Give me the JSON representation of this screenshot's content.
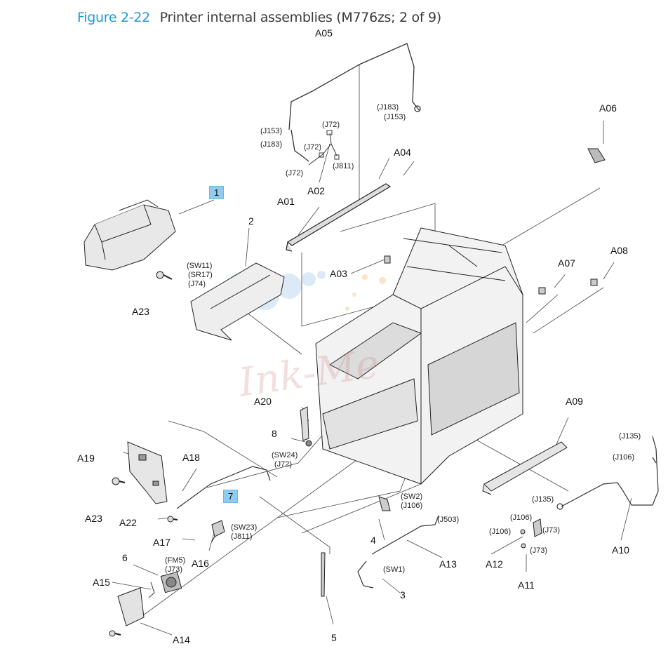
{
  "figure": {
    "number": "Figure 2-22",
    "caption": "Printer internal assemblies (M776zs; 2 of 9)",
    "number_color": "#1f9ad6",
    "highlight_color": "#8ecdf0"
  },
  "callouts": {
    "A05": "A05",
    "J183_J153_top": [
      "(J183)",
      "(J153)"
    ],
    "J153": "(J153)",
    "J183": "(J183)",
    "J72_a": "(J72)",
    "J72_b": "(J72)",
    "J72_c": "(J72)",
    "J811_a": "(J811)",
    "A02": "A02",
    "A04": "A04",
    "A06": "A06",
    "n1": "1",
    "A01": "A01",
    "n2": "2",
    "SW11": "(SW11)",
    "SR17": "(SR17)",
    "J74": "(J74)",
    "A03": "A03",
    "A07": "A07",
    "A08": "A08",
    "A23_top": "A23",
    "A20": "A20",
    "n8": "8",
    "SW24": "(SW24)",
    "J72_d": "(J72)",
    "A09": "A09",
    "J135_a": "(J135)",
    "J106_a": "(J106)",
    "A19": "A19",
    "A18": "A18",
    "A23_bottom": "A23",
    "n7": "7",
    "SW2": "(SW2)",
    "J106_b": "(J106)",
    "J503": "(J503)",
    "J135_b": "(J135)",
    "J106_c": "(J106)",
    "J106_d": "(J106)",
    "J73_a": "(J73)",
    "J73_b": "(J73)",
    "A22": "A22",
    "SW23": "(SW23)",
    "J811_b": "(J811)",
    "A17": "A17",
    "A16": "A16",
    "n4": "4",
    "A13": "A13",
    "A12": "A12",
    "A10": "A10",
    "A11": "A11",
    "n6": "6",
    "FM5": "(FM5)",
    "J73_c": "(J73)",
    "A15": "A15",
    "SW1": "(SW1)",
    "n3": "3",
    "A14": "A14",
    "n5": "5"
  }
}
